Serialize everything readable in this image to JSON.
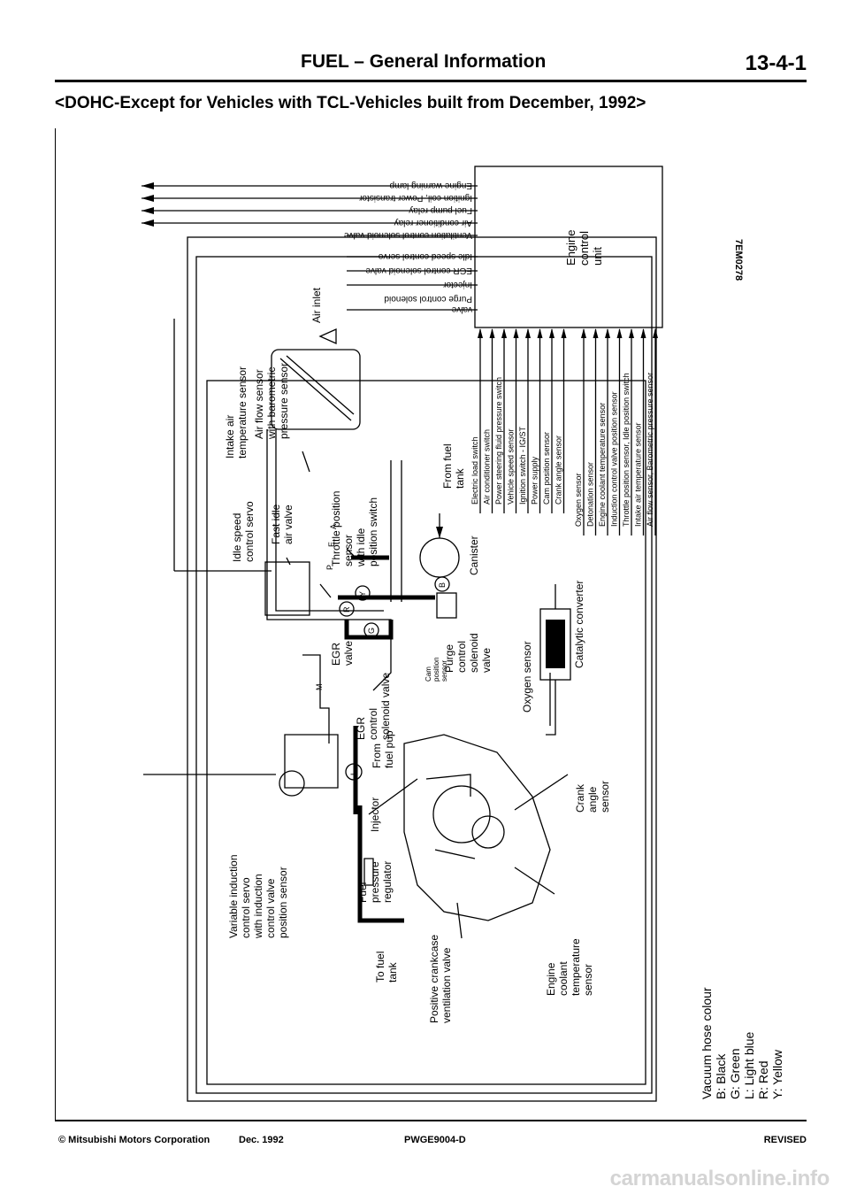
{
  "header": {
    "title": "FUEL – General Information",
    "page_number": "13-4-1"
  },
  "subtitle": "<DOHC-Except for Vehicles with TCL-Vehicles built from December, 1992>",
  "diagram": {
    "figure_code": "7EM0278",
    "ecu_label": [
      "Engine",
      "control",
      "unit"
    ],
    "outputs": [
      "Engine warning lamp",
      "Ignition coil, Power transistor",
      "Fuel pump relay",
      "Air conditioner relay",
      "Ventilation control solenoid valve",
      "Idle speed control servo",
      "EGR control solenoid valve",
      "Injector",
      "Purge control solenoid",
      "valve"
    ],
    "inputs_group1": [
      "Electric load switch",
      "Air conditioner switch",
      "Power steering fluid pressure switch",
      "Vehicle speed sensor",
      "Ignition switch - IG/ST",
      "Power supply",
      "Cam position sensor",
      "Crank angle sensor"
    ],
    "inputs_group2": [
      "Oxygen sensor",
      "Detonation sensor",
      "Engine coolant temperature sensor",
      "Induction control valve position sensor",
      "Throttle position sensor, Idle position switch",
      "Intake air temperature sensor",
      "Air flow sensor, Barometric pressure sensor"
    ],
    "components": {
      "intake_air": [
        "Intake air",
        "temperature sensor"
      ],
      "air_flow": [
        "Air flow sensor",
        "with barometric",
        "pressure sensor"
      ],
      "air_inlet": "Air inlet",
      "idle_speed": [
        "Idle speed",
        "control servo"
      ],
      "fast_idle": [
        "Fast idle",
        "air valve"
      ],
      "throttle": [
        "Throttle position",
        "sensor",
        "with idle",
        "position switch"
      ],
      "from_fuel_tank": [
        "From fuel",
        "tank"
      ],
      "canister": "Canister",
      "egr_valve": [
        "EGR",
        "valve"
      ],
      "egr_control": [
        "EGR",
        "control",
        "solenoid valve"
      ],
      "cam_sensor": [
        "Cam",
        "position",
        "sensor"
      ],
      "purge": [
        "Purge",
        "control",
        "solenoid",
        "valve"
      ],
      "oxygen": "Oxygen sensor",
      "catalytic": "Catalytic converter",
      "from_fuel_pump": [
        "From",
        "fuel pup"
      ],
      "injector": "Injector",
      "variable_induction": [
        "Variable induction",
        "control servo",
        "with induction",
        "control valve",
        "position sensor"
      ],
      "fuel_regulator": [
        "Fuel",
        "pressure",
        "regulator"
      ],
      "to_fuel_tank": [
        "To fuel",
        "tank"
      ],
      "crank_angle": [
        "Crank",
        "angle",
        "sensor"
      ],
      "coolant": [
        "Engine",
        "coolant",
        "temperature",
        "sensor"
      ],
      "pcv": [
        "Positive crankcase",
        "ventilation valve"
      ]
    },
    "port_labels": {
      "P": "P",
      "E": "E",
      "A": "A",
      "M": "M",
      "R": "R",
      "Y": "Y",
      "G": "G",
      "B": "B",
      "L": "L"
    },
    "legend": {
      "title": "Vacuum hose colour",
      "entries": [
        "B: Black",
        "G: Green",
        "L: Light blue",
        "R: Red",
        "Y: Yellow"
      ]
    }
  },
  "footer": {
    "corporation": "© Mitsubishi Motors Corporation",
    "date": "Dec. 1992",
    "code": "PWGE9004-D",
    "status": "REVISED"
  },
  "watermark": "carmanualsonline.info"
}
